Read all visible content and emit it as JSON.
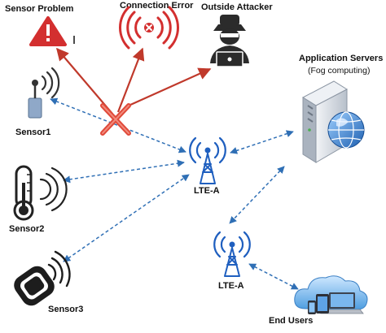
{
  "threats": {
    "sensor_problem": "Sensor Problem",
    "connection_error": "Connection Error",
    "outside_attacker": "Outside Attacker"
  },
  "sensors": {
    "sensor1": "Sensor1",
    "sensor2": "Sensor2",
    "sensor3": "Sensor3"
  },
  "network": {
    "tower_main": "LTE-A",
    "tower_secondary": "LTE-A"
  },
  "servers": {
    "title": "Application Servers",
    "subtitle": "(Fog computing)"
  },
  "end_users": "End Users",
  "colors": {
    "threat_red": "#d32f2f",
    "arrow_red": "#c0392b",
    "dashed_blue": "#2f6fb5",
    "tower_blue": "#1f5fbf",
    "server_gray": "#d9dde3"
  },
  "icons": [
    "warning-icon",
    "signal-error-icon",
    "attacker-icon",
    "sensor-icon",
    "thermometer-icon",
    "wearable-icon",
    "tower-icon",
    "server-icon",
    "globe-icon",
    "cloud-icon",
    "laptop-icon",
    "tablet-icon",
    "phone-icon",
    "cross-icon"
  ]
}
